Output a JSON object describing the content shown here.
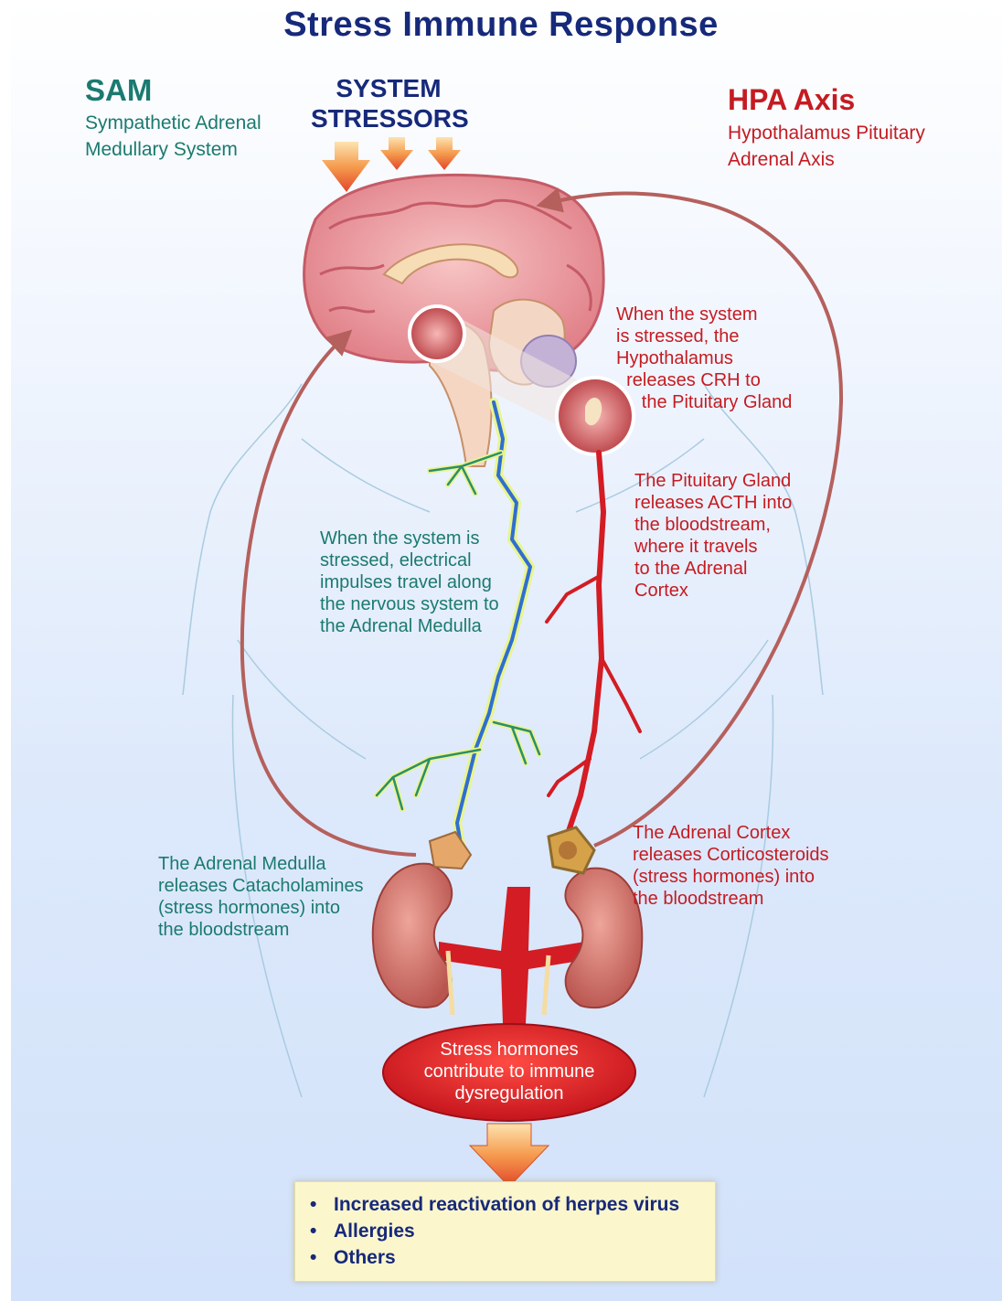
{
  "title": "Stress Immune Response",
  "sam": {
    "title": "SAM",
    "subtitle": "Sympathetic Adrenal\nMedullary System"
  },
  "stressors": {
    "label": "SYSTEM\nSTRESSORS"
  },
  "hpa": {
    "title": "HPA Axis",
    "subtitle": "Hypothalamus Pituitary\nAdrenal Axis"
  },
  "annotations": {
    "hypothalamus": "When the system\nis stressed, the\nHypothalamus\n  releases CRH to\n     the Pituitary Gland",
    "pituitary": "The Pituitary Gland\nreleases ACTH into\nthe bloodstream,\nwhere it travels\nto the Adrenal\nCortex",
    "nerves": "When the system is\nstressed, electrical\nimpulses travel along\nthe nervous system to\nthe Adrenal Medulla",
    "adrenal_medulla": "The Adrenal Medulla\nreleases Catacholamines\n(stress hormones) into\nthe bloodstream",
    "adrenal_cortex": "The Adrenal Cortex\nreleases Corticosteroids\n(stress hormones) into\nthe bloodstream"
  },
  "outcome": {
    "text": "Stress hormones\ncontribute to immune\ndysregulation"
  },
  "effects": {
    "bullet": "•",
    "items": [
      "Increased reactivation of herpes virus",
      "Allergies",
      "Others"
    ]
  },
  "colors": {
    "sam": "#1b7a70",
    "hpa": "#c51b22",
    "navy": "#16297a",
    "nerve": "#2f6fd0",
    "artery": "#d31c23",
    "feedback_arrow": "#b5605d",
    "effects_background": "#fcf6cd"
  }
}
